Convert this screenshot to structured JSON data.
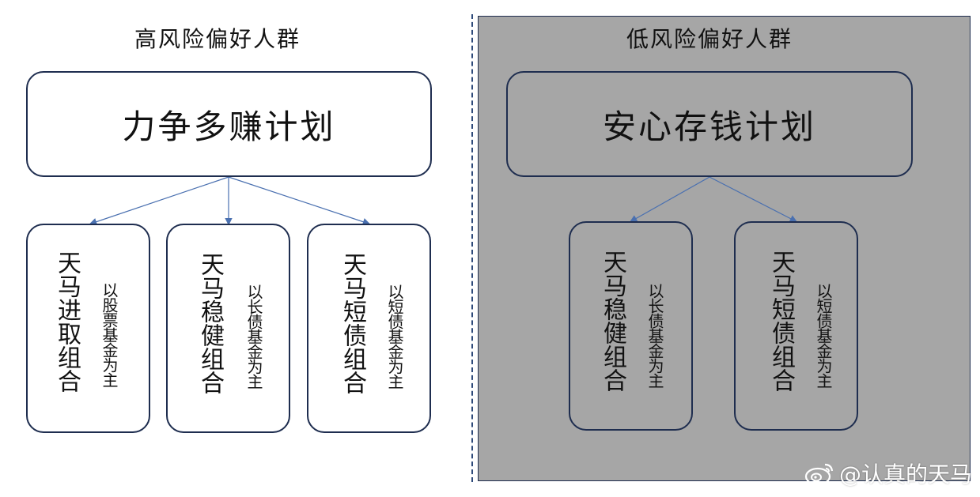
{
  "left": {
    "heading": "高风险偏好人群",
    "plan": "力争多赚计划",
    "funds": [
      {
        "name": "天马进取组合",
        "desc": "以股票基金为主"
      },
      {
        "name": "天马稳健组合",
        "desc": "以长债基金为主"
      },
      {
        "name": "天马短债组合",
        "desc": "以短债基金为主"
      }
    ]
  },
  "right": {
    "heading": "低风险偏好人群",
    "plan": "安心存钱计划",
    "funds": [
      {
        "name": "天马稳健组合",
        "desc": "以长债基金为主"
      },
      {
        "name": "天马短债组合",
        "desc": "以短债基金为主"
      }
    ]
  },
  "watermark": {
    "text": "@认真的天马",
    "icon": "weibo-icon"
  },
  "colors": {
    "border": "#1e2d4f",
    "arrow": "#4a70b0",
    "right_bg": "#a6a6a6",
    "divider": "#2e4a7a"
  }
}
